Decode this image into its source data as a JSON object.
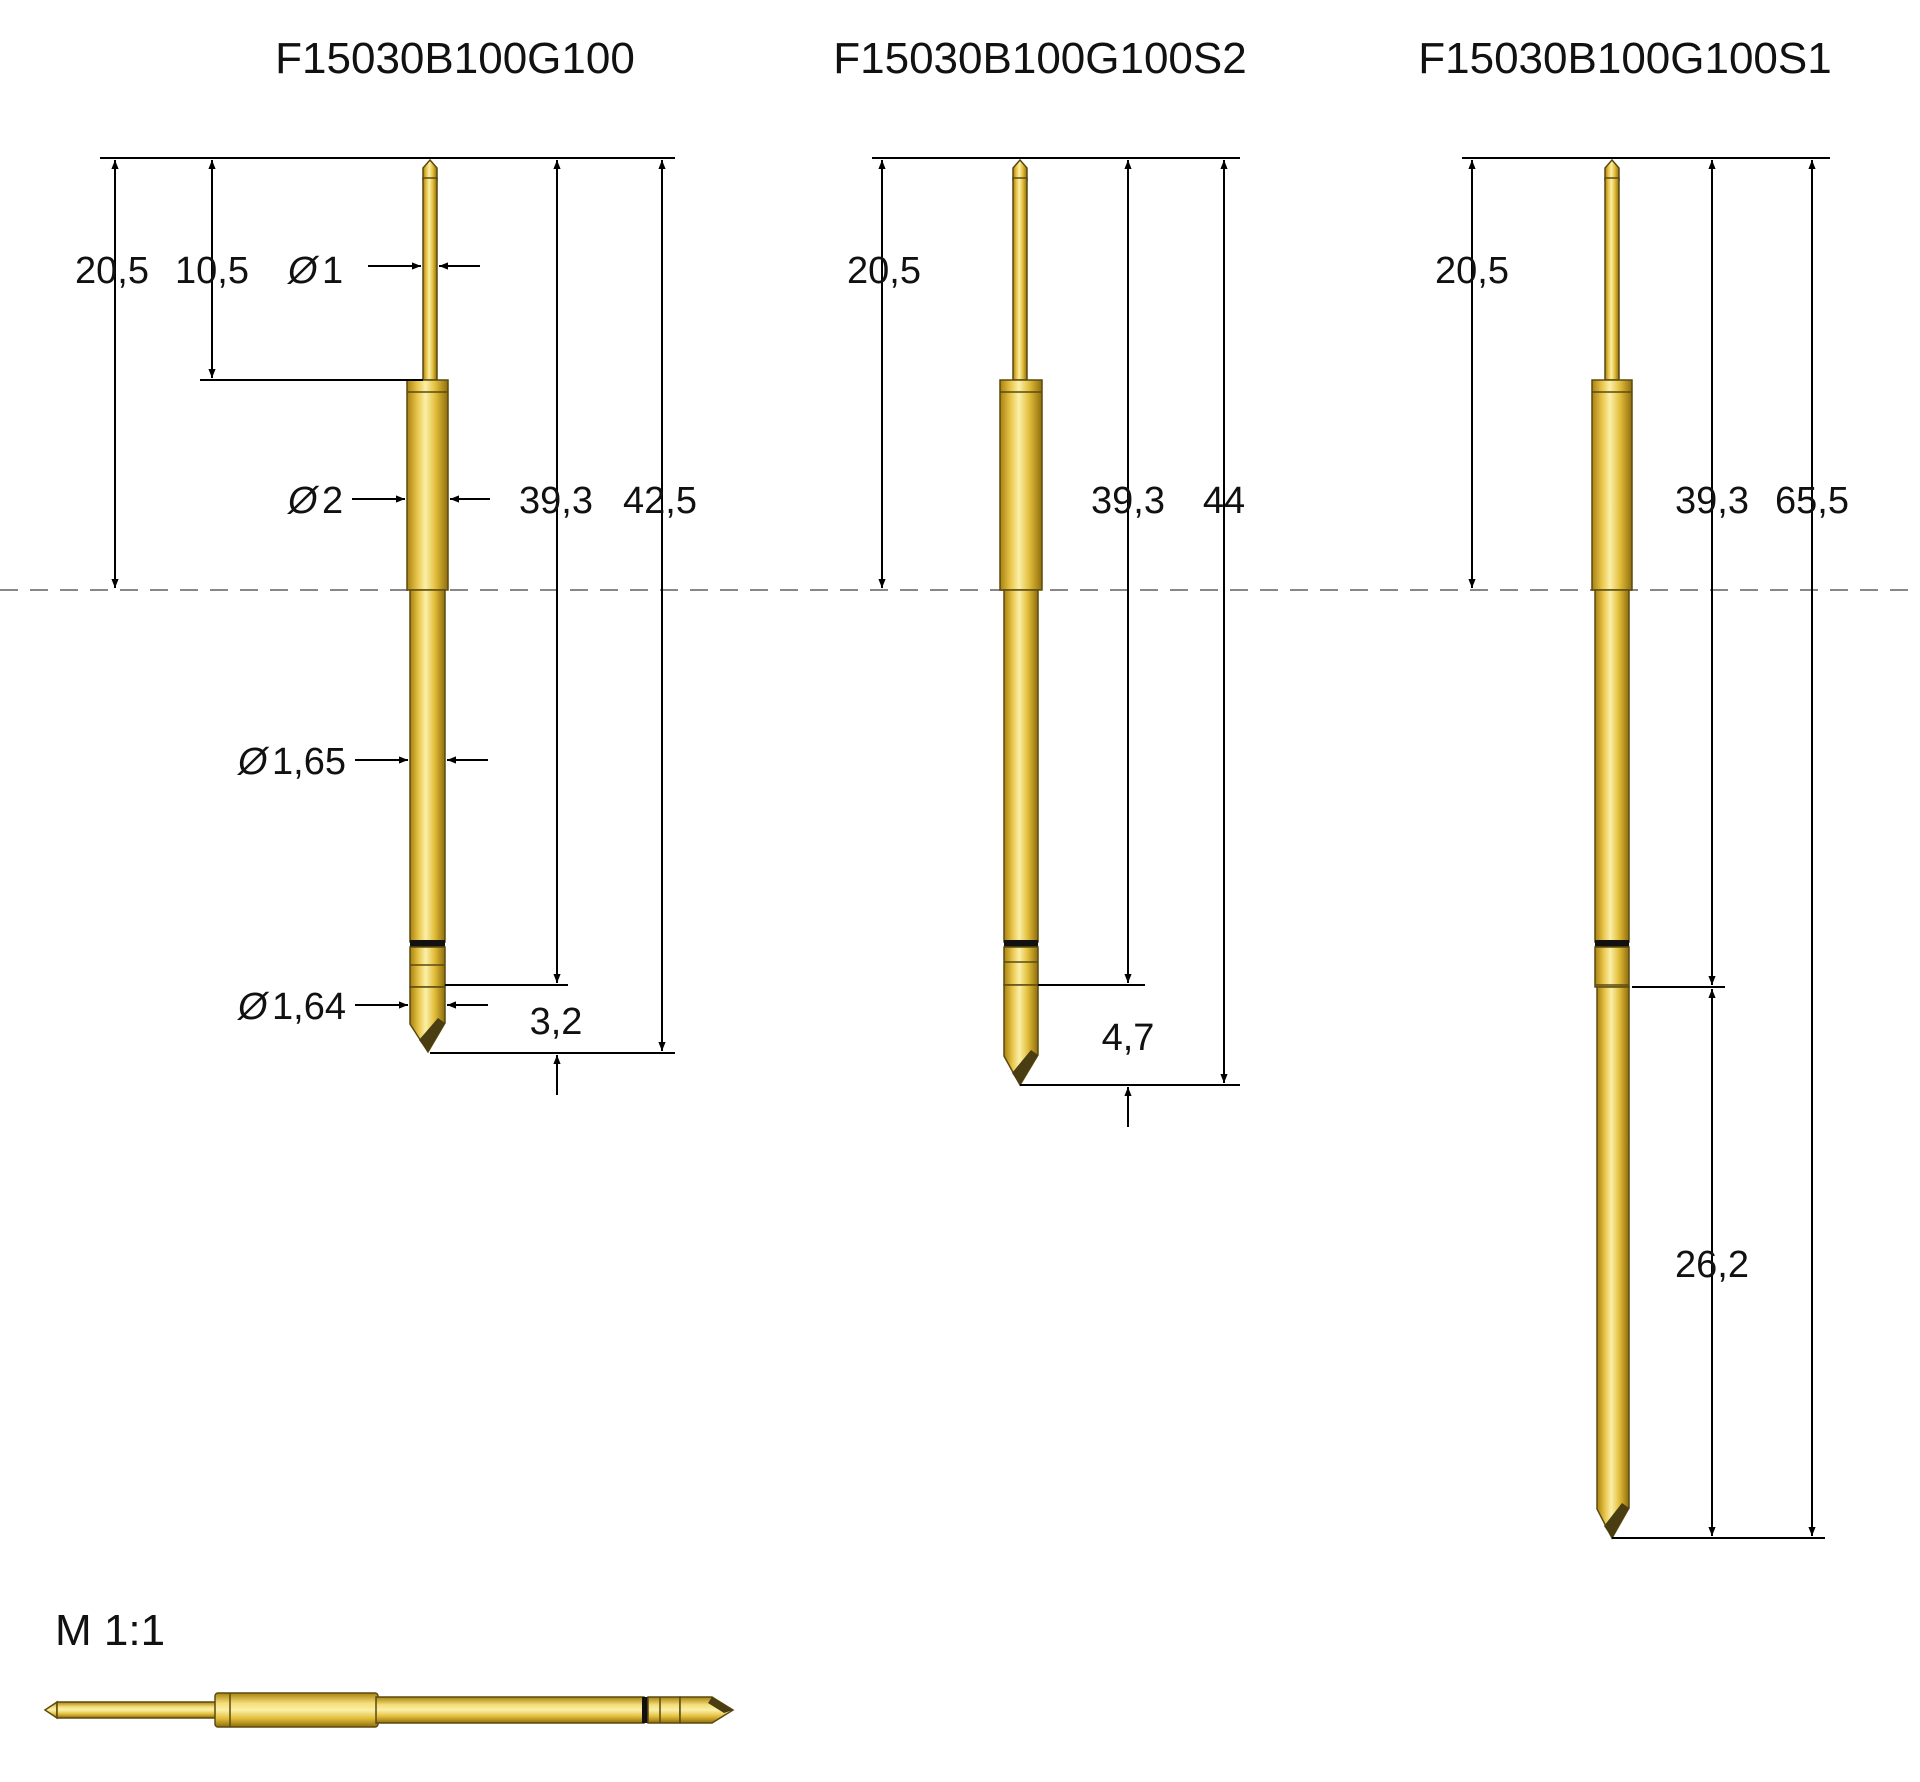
{
  "scale_label": "M 1:1",
  "colors": {
    "gold_light": "#f7e890",
    "gold_mid": "#e2bd3a",
    "gold_dark": "#a8810f",
    "tip_dark": "#4a3d12",
    "ring": "#111111",
    "dash_line": "#888888"
  },
  "probes": [
    {
      "title": "F15030B100G100",
      "dims": {
        "d_20_5": "20,5",
        "d_10_5": "10,5",
        "phi_1": "1",
        "phi_2": "2",
        "phi_1_65": "1,65",
        "phi_1_64": "1,64",
        "d_39_3": "39,3",
        "d_total": "42,5",
        "d_tip": "3,2"
      }
    },
    {
      "title": "F15030B100G100S2",
      "dims": {
        "d_20_5": "20,5",
        "d_39_3": "39,3",
        "d_total": "44",
        "d_tip": "4,7"
      }
    },
    {
      "title": "F15030B100G100S1",
      "dims": {
        "d_20_5": "20,5",
        "d_39_3": "39,3",
        "d_total": "65,5",
        "d_tip": "26,2"
      }
    }
  ],
  "phi_symbol": "Ø"
}
